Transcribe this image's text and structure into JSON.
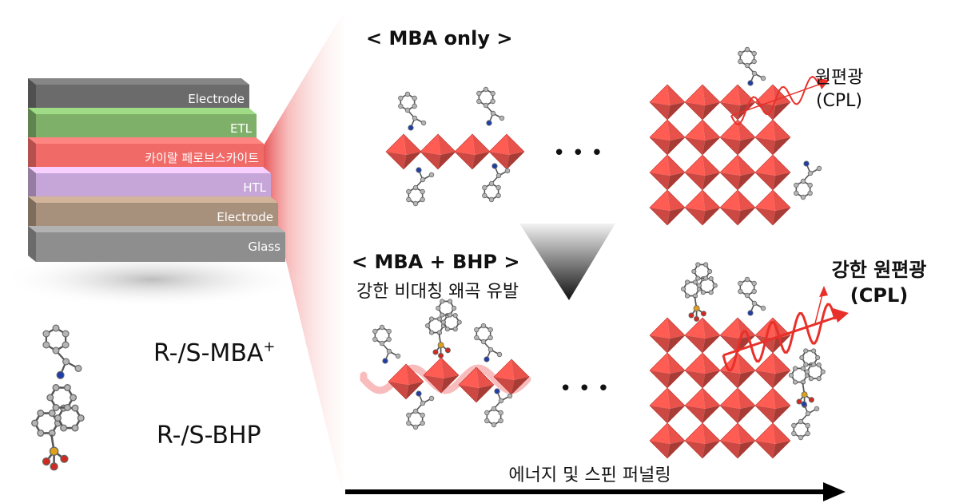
{
  "device_stack": {
    "layers": [
      {
        "label": "Electrode",
        "color": "#6b6b6b"
      },
      {
        "label": "ETL",
        "color": "#7fb06a"
      },
      {
        "label": "카이랄 페로브스카이트",
        "color": "#f06a68"
      },
      {
        "label": "HTL",
        "color": "#c6a6d8"
      },
      {
        "label": "Electrode",
        "color": "#a8917c"
      },
      {
        "label": "Glass",
        "color": "#8e8e8e"
      }
    ]
  },
  "legend": {
    "mba_label": "R-/S-MBA",
    "mba_superscript": "+",
    "bhp_label": "R-/S-BHP"
  },
  "panels": {
    "top_title": "< MBA only >",
    "top_light": {
      "line1": "원편광",
      "line2": "(CPL)"
    },
    "bottom_title": "< MBA + BHP >",
    "bottom_subtitle": "강한 비대칭 왜곡 유발",
    "bottom_light": {
      "line1": "강한 원편광",
      "line2": "(CPL)"
    },
    "ellipsis": "• • •"
  },
  "bottom_axis": {
    "label": "에너지 및 스핀 퍼널링"
  },
  "colors": {
    "octahedron": "#e8524b",
    "octahedron_dark": "#b8322c",
    "cpl_wave": "#e8302a",
    "carbon": "#b5b5b5",
    "nitrogen": "#1f3fa8",
    "phosphorus": "#e0a11a",
    "oxygen": "#d02a20"
  }
}
